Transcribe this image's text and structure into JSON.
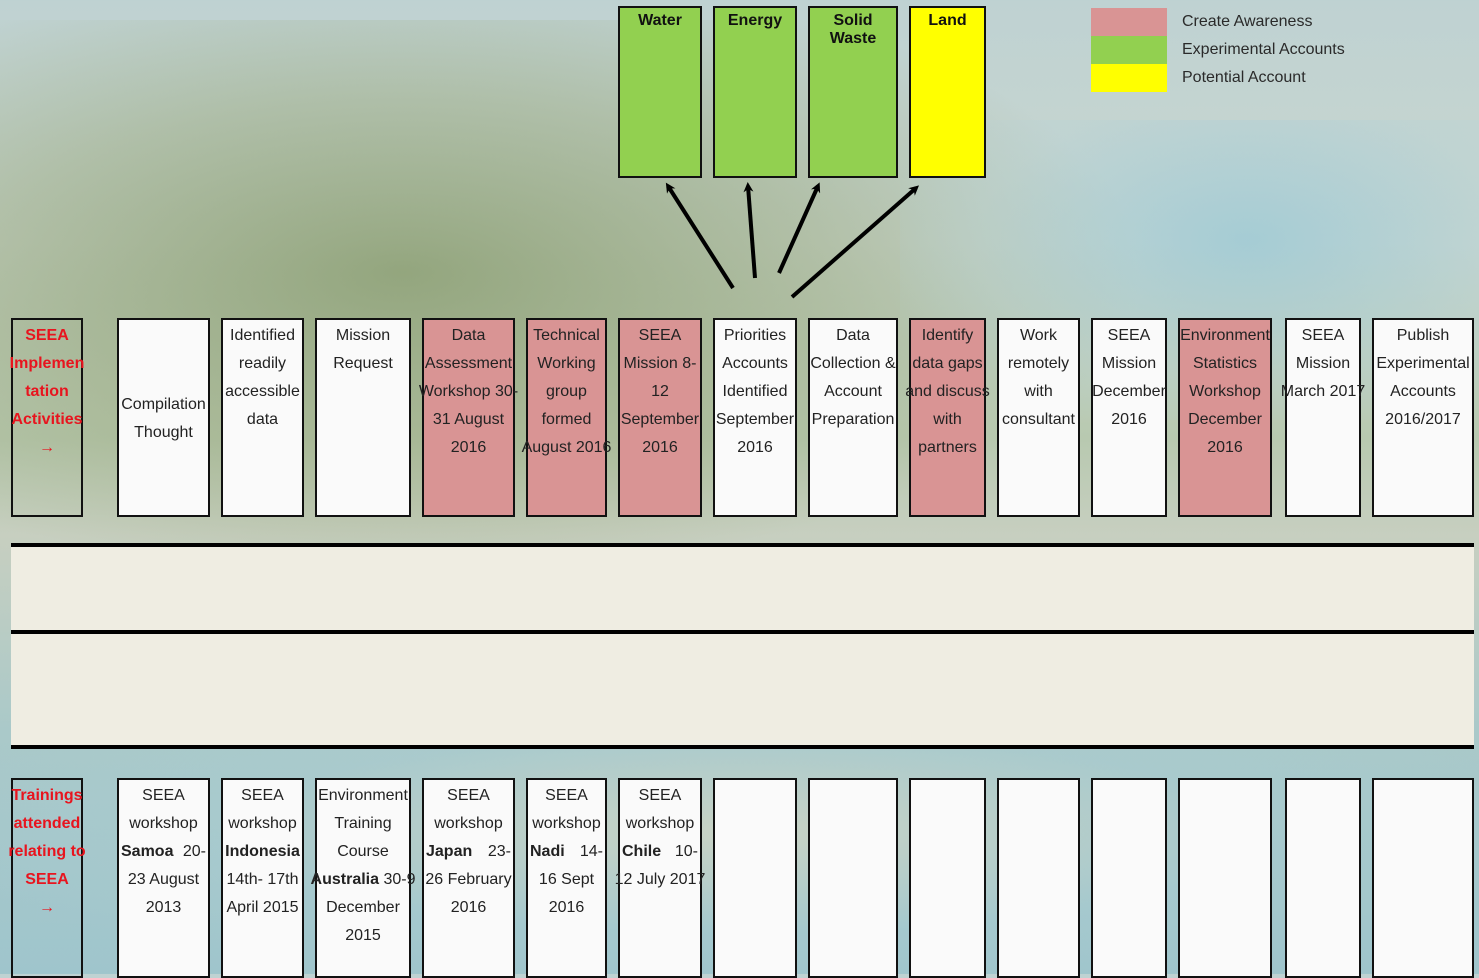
{
  "legend": [
    {
      "label": "Create Awareness",
      "color": "#d99494"
    },
    {
      "label": "Experimental Accounts",
      "color": "#92d050"
    },
    {
      "label": "Potential Account",
      "color": "#ffff00"
    }
  ],
  "accounts": [
    {
      "label": "Water",
      "color": "#92d050"
    },
    {
      "label": "Energy",
      "color": "#92d050"
    },
    {
      "label": "Solid Waste",
      "color": "#92d050"
    },
    {
      "label": "Land",
      "color": "#ffff00"
    }
  ],
  "implementation": {
    "label_lines": [
      "SEEA",
      "Implemen",
      "tation",
      "Activities",
      "→"
    ],
    "activities": [
      {
        "lines": [
          "Compilation",
          "Thought"
        ],
        "color": "white"
      },
      {
        "lines": [
          "Identified",
          "readily",
          "accessible",
          "data"
        ],
        "color": "white"
      },
      {
        "lines": [
          "Mission",
          "Request"
        ],
        "color": "white"
      },
      {
        "lines": [
          "Data",
          "Assessment",
          "Workshop 30-",
          "31    August",
          "2016"
        ],
        "color": "pink"
      },
      {
        "lines": [
          "Technical",
          "Working",
          "group",
          "formed",
          "August 2016"
        ],
        "color": "pink"
      },
      {
        "lines": [
          "SEEA",
          "Mission    8-",
          "12",
          "September",
          "2016"
        ],
        "color": "pink"
      },
      {
        "lines": [
          "Priorities",
          "Accounts",
          "Identified",
          "September",
          "2016"
        ],
        "color": "white"
      },
      {
        "lines": [
          "Data",
          "Collection &",
          "Account",
          "Preparation"
        ],
        "color": "white"
      },
      {
        "lines": [
          "Identify",
          "data gaps",
          "and discuss",
          "with",
          "partners"
        ],
        "color": "pink"
      },
      {
        "lines": [
          "Work",
          "remotely",
          "with",
          "consultant"
        ],
        "color": "white"
      },
      {
        "lines": [
          "SEEA",
          "Mission",
          "December",
          "2016"
        ],
        "color": "white"
      },
      {
        "lines": [
          "Environment",
          "Statistics",
          "Workshop",
          "December",
          "2016"
        ],
        "color": "pink"
      },
      {
        "lines": [
          "SEEA",
          "Mission",
          "March 2017"
        ],
        "color": "white"
      },
      {
        "lines": [
          "Publish",
          "Experimental",
          "Accounts",
          "2016/2017"
        ],
        "color": "white"
      }
    ]
  },
  "trainings": {
    "label_lines": [
      "Trainings",
      "attended",
      "relating to",
      "SEEA",
      "→"
    ],
    "items": [
      {
        "l1": "SEEA",
        "l2": "workshop",
        "place": "Samoa",
        "date_a": "20-",
        "l4": "23 August",
        "l5": "2013"
      },
      {
        "l1": "SEEA",
        "l2": "workshop",
        "place": "Indonesia",
        "date_a": "",
        "l4": "14th- 17th",
        "l5": "April 2015"
      },
      {
        "l1": "Environment",
        "l2": "Training",
        "l2b": "Course",
        "place": "Australia",
        "date_a": "30-9",
        "l4": "December",
        "l5": "2015"
      },
      {
        "l1": "SEEA",
        "l2": "workshop",
        "place": "Japan",
        "date_a": "23-",
        "l4": "26 February",
        "l5": "2016"
      },
      {
        "l1": "SEEA",
        "l2": "workshop",
        "place": "Nadi",
        "date_a": "14-",
        "l4": "16 Sept",
        "l5": "2016"
      },
      {
        "l1": "SEEA",
        "l2": "workshop",
        "place": "Chile",
        "date_a": "10-",
        "l4": "12 July 2017",
        "l5": ""
      }
    ]
  }
}
